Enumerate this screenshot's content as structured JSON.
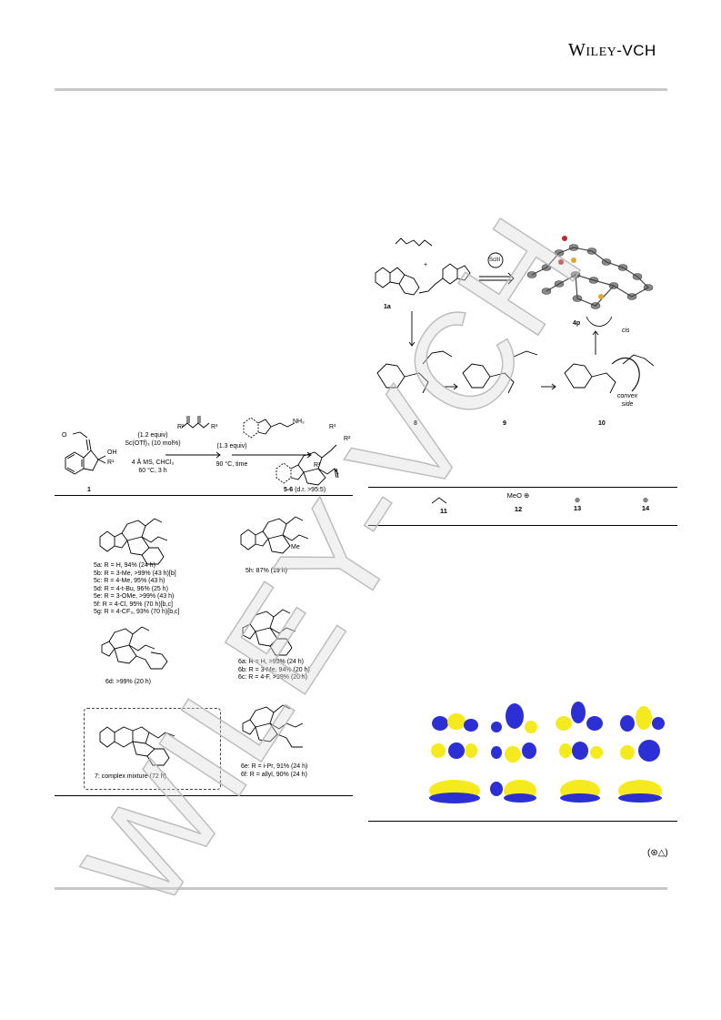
{
  "header": {
    "publisher_main": "Wiley",
    "publisher_sub": "-VCH"
  },
  "watermark": {
    "text": "WILEY-VCH"
  },
  "scheme_left": {
    "reagent_1": "(1.2 equiv)",
    "catalyst": "Sc(OTf)₃ (10 mol%)",
    "conditions_1": "4 Å MS, CHCl₃",
    "conditions_2": "60 °C, 3 h",
    "reagent_2": "(1.3 equiv)",
    "conditions_3": "90 °C, time",
    "start_label": "1",
    "product_label": "5-6",
    "product_dr": "(d.r. >95:5)",
    "r_groups": {
      "r1": "R¹",
      "r2": "R²",
      "r3": "R³",
      "r3_product": "R³",
      "r2_product": "R²",
      "r1_product": "R¹"
    },
    "atom_labels": {
      "oh": "OH",
      "nh": "NH₂",
      "nh_ring": "H",
      "o": "O",
      "n": "N"
    },
    "entries_5": [
      "5a: R = H, 94% (24 h)",
      "5b: R = 3-Me, >99% (43 h)[b]",
      "5c: R = 4-Me, 95% (43 h)",
      "5d: R = 4-t-Bu, 96% (25 h)",
      "5e: R = 3-OMe, >99% (43 h)",
      "5f: R = 4-Cl, 95% (70 h)[b,c]",
      "5g: R = 4-CF₃, 93% (70 h)[b,c]"
    ],
    "entry_5h": "5h: 87% (19 h)",
    "entry_5h_me": "Me",
    "entry_6d": "6d: >99% (20 h)",
    "entries_6": [
      "6a: R = H, >99% (24 h)",
      "6b: R = 3-Me, 94% (20 h)",
      "6c: R = 4-F, >99% (20 h)"
    ],
    "entries_6ef": [
      "6e: R = i-Pr, 91% (24 h)",
      "6f: R = allyl, 90% (24 h)"
    ],
    "entry_7": "7: complex mixture (72 h)"
  },
  "scheme_right": {
    "reagent_label": "1a",
    "catalyst_label": "ScIII",
    "xray_label": "4p",
    "cis_label": "cis",
    "intermediates": [
      "8",
      "9",
      "10"
    ],
    "convex_label": "convex side",
    "plus": "+"
  },
  "table_right": {
    "columns": [
      "11",
      "12",
      "13",
      "14"
    ],
    "col12_prefix": "MeO",
    "charge": "⊕"
  },
  "footer_symbol": "(⊛△)"
}
